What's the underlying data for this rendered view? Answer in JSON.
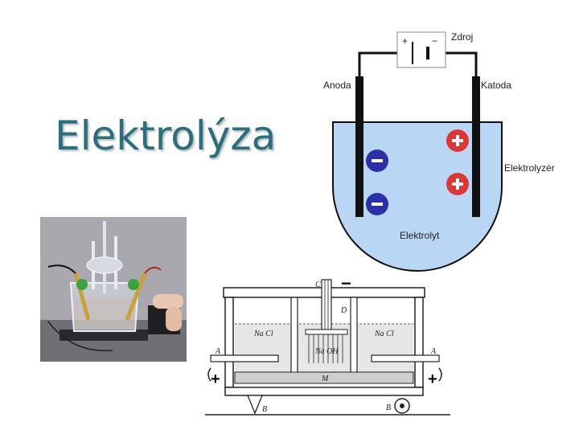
{
  "title": "Elektrolýza",
  "electrolysis_diagram": {
    "source_label": "Zdroj",
    "plus_sign": "+",
    "minus_sign": "−",
    "anode_label": "Anoda",
    "cathode_label": "Katoda",
    "vessel_label": "Elektrolyzér",
    "electrolyte_label": "Elektrolyt",
    "ion_sign_negative": "−",
    "ion_sign_positive": "+"
  },
  "cell_drawing": {
    "c_label": "C",
    "d_label": "D",
    "m_label": "M",
    "a_left": "A",
    "a_right": "A",
    "b_left": "B",
    "b_right": "B",
    "nacl_left": "Na Cl",
    "nacl_right": "Na Cl",
    "naoh": "Na OH",
    "top_minus": "−",
    "plus_left": "+",
    "plus_right": "+"
  },
  "colors": {
    "title": "#2a6f7f",
    "electrolyte": "#b9d7f5",
    "anion": "#2b2fa8",
    "cation": "#e03535"
  }
}
